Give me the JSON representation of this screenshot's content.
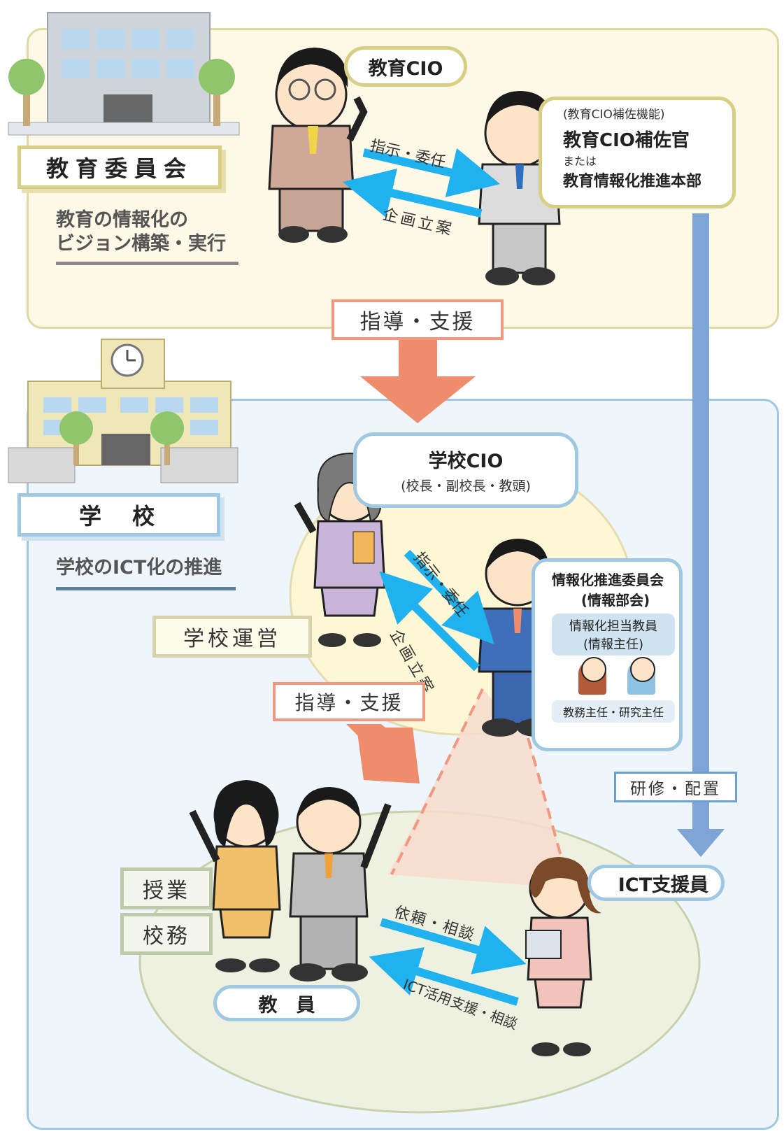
{
  "board": {
    "name": "教育委員会",
    "mission_line1": "教育の情報化の",
    "mission_line2": "ビジョン構築・実行"
  },
  "education_cio": {
    "label": "教育CIO"
  },
  "cio_assistant": {
    "sub": "(教育CIO補佐機能)",
    "title": "教育CIO補佐官",
    "or": "または",
    "alt": "教育情報化推進本部"
  },
  "arrows": {
    "instruct_delegate": "指示・委任",
    "planning": "企画立案",
    "guidance_support": "指導・支援",
    "training_assign": "研修・配置",
    "request_consult": "依頼・相談",
    "ict_support_consult": "ICT活用支援・相談"
  },
  "school": {
    "name": "学　校",
    "mission": "学校のICT化の推進",
    "operation": "学校運営"
  },
  "school_cio": {
    "title": "学校CIO",
    "sub": "(校長・副校長・教頭)"
  },
  "committee": {
    "title_line1": "情報化推進委員会",
    "title_line2": "(情報部会)",
    "teacher_line1": "情報化担当教員",
    "teacher_line2": "(情報主任)",
    "others": "教務主任・研究主任"
  },
  "classroom": {
    "lessons": "授業",
    "school_affairs": "校務",
    "teachers": "教　員",
    "ict_support": "ICT支援員"
  },
  "colors": {
    "blue_arrow": "#1fb2ee",
    "salmon_arrow": "#ef8c6c",
    "steel_arrow": "#7fa5d6",
    "top_panel": "#fdf9e6",
    "bottom_panel": "#eef6fb"
  }
}
